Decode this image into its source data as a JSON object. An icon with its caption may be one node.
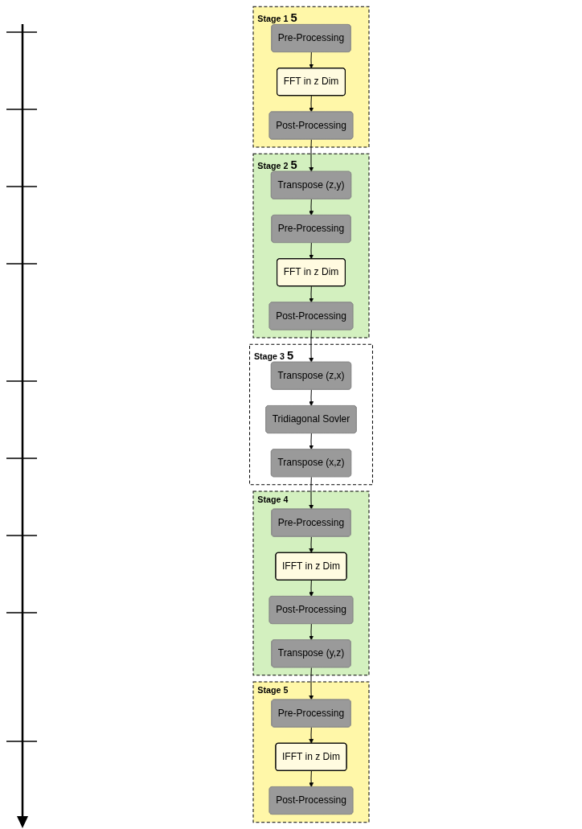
{
  "diagram": {
    "nodes": [
      {
        "text": [
          "Stage 1",
          "5"
        ]
      },
      {
        "text": [
          "Pre-Processing"
        ],
        "in": 0
      },
      {
        "text": [
          "FFT in z Dim"
        ],
        "in": 0
      },
      {
        "text": [
          "Post-Processing"
        ],
        "in": 0
      },
      {
        "text": [
          "Stage 5"
        ]
      },
      {
        "text": [
          "Post-Processing"
        ],
        "in": 4
      },
      {
        "text": [
          "IFFT in z Dim"
        ],
        "in": 4
      },
      {
        "text": [
          "Pre-Processing"
        ],
        "in": 4
      },
      {
        "text": [
          "Stage 2",
          "5"
        ]
      },
      {
        "text": [
          "Transpose (z,y)"
        ],
        "in": 8
      },
      {
        "text": [
          "Pre-Processing"
        ],
        "in": 8
      },
      {
        "text": [
          "FFT in z Dim"
        ],
        "in": 8
      },
      {
        "text": [
          "Post-Processing"
        ],
        "in": 8
      },
      {
        "text": [
          "Stage 4"
        ]
      },
      {
        "text": [
          "Transpose (y,z)"
        ],
        "in": 13
      },
      {
        "text": [
          "Post-Processing"
        ],
        "in": 13
      },
      {
        "text": [
          "IFFT in z Dim"
        ],
        "in": 13
      },
      {
        "text": [
          "Pre-Processing"
        ],
        "in": 13
      },
      {
        "text": [
          "Stage 3",
          "5"
        ]
      },
      {
        "text": [
          "Transpose (z,x)"
        ],
        "in": 18
      },
      {
        "text": [
          "Transpose (x,z)"
        ],
        "in": 18
      },
      {
        "text": [
          "Tridiagonal Sovler"
        ],
        "in": 18
      }
    ],
    "edges": [
      {
        "from": 1,
        "to": 2,
        "arrow": "to"
      },
      {
        "from": 2,
        "to": 3,
        "arrow": "to"
      },
      {
        "from": 3,
        "to": 9,
        "arrow": "to"
      },
      {
        "from": 9,
        "to": 10,
        "arrow": "to"
      },
      {
        "from": 10,
        "to": 11,
        "arrow": "to"
      },
      {
        "from": 11,
        "to": 12,
        "arrow": "to"
      },
      {
        "from": 12,
        "to": 19,
        "arrow": "to"
      },
      {
        "from": 19,
        "to": 21,
        "arrow": "to"
      },
      {
        "from": 21,
        "to": 20,
        "arrow": "to"
      },
      {
        "from": 20,
        "to": 17,
        "arrow": "to"
      },
      {
        "from": 17,
        "to": 16,
        "arrow": "to"
      },
      {
        "from": 16,
        "to": 15,
        "arrow": "to"
      },
      {
        "from": 15,
        "to": 14,
        "arrow": "to"
      },
      {
        "from": 14,
        "to": 7,
        "arrow": "to"
      },
      {
        "from": 7,
        "to": 6,
        "arrow": "to"
      },
      {
        "from": 6,
        "to": 5,
        "arrow": "to"
      }
    ]
  }
}
